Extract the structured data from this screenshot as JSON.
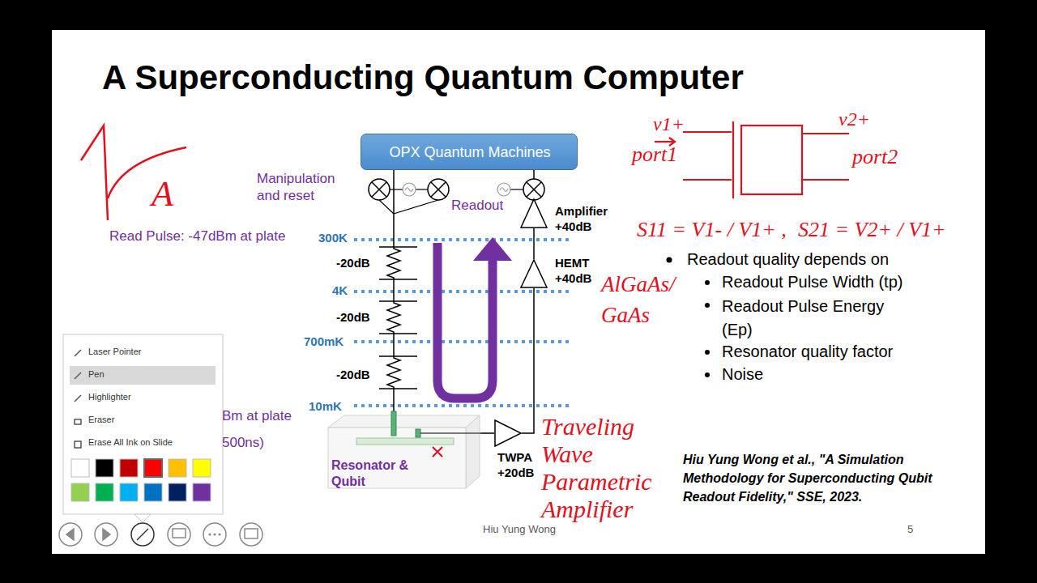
{
  "diagram": {
    "title": "A Superconducting Quantum Computer",
    "nodes": [
      {
        "text": [
          "OPX Quantum Machines"
        ]
      },
      {
        "text": [
          "Amplifier +40dB"
        ]
      },
      {
        "text": [
          "HEMT +40dB"
        ]
      },
      {
        "text": [
          "TWPA +20dB"
        ]
      },
      {
        "text": [
          "Resonator & Qubit"
        ]
      }
    ],
    "edges": [
      {
        "from": 0,
        "to": 4,
        "arrow": "none"
      },
      {
        "from": 4,
        "to": 3,
        "arrow": "none"
      },
      {
        "from": 3,
        "to": 2,
        "arrow": "none"
      },
      {
        "from": 2,
        "to": 1,
        "arrow": "none"
      },
      {
        "from": 1,
        "to": 0,
        "arrow": "none"
      }
    ],
    "labels": [
      "Manipulation and reset",
      "Readout",
      "Read Pulse: -47dBm at plate",
      "300K",
      "4K",
      "700mK",
      "10mK",
      "-20dB",
      "-20dB",
      "-20dB",
      "Bm at plate",
      "500ns)",
      "Laser Pointer",
      "Pen",
      "Highlighter",
      "Eraser",
      "Erase All Ink on Slide",
      "Readout quality depends on",
      "Readout Pulse Width (tp)",
      "Readout Pulse Energy (Ep)",
      "Resonator quality factor",
      "Noise",
      "Hiu Yung Wong et al., \"A Simulation Methodology for Superconducting Qubit Readout Fidelity,\" SSE, 2023.",
      "Hiu Yung Wong",
      "5",
      "A",
      "v1+",
      "v2+",
      "port1",
      "port2",
      "S11 = V1- / V1+ ,",
      "S21 = V2+ / V1+",
      "AlGaAs/ GaAs",
      "Traveling Wave Parametric Amplifier"
    ]
  }
}
